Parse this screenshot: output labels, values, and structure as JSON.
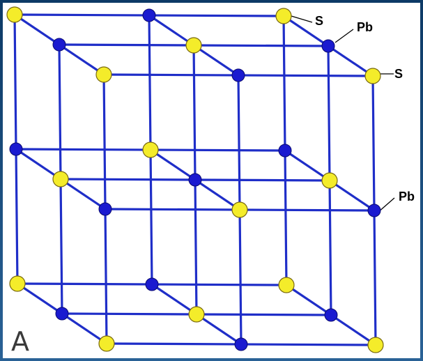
{
  "diagram": {
    "panel_label": "A",
    "labels": {
      "s_top": "S",
      "pb_top": "Pb",
      "s_right": "S",
      "pb_right": "Pb"
    },
    "colors": {
      "sulfur": "#f4ec2a",
      "lead": "#1a1ad0",
      "bond": "#1f2ec8",
      "background": "#ffffff",
      "frame": "#1f4f7a"
    }
  }
}
